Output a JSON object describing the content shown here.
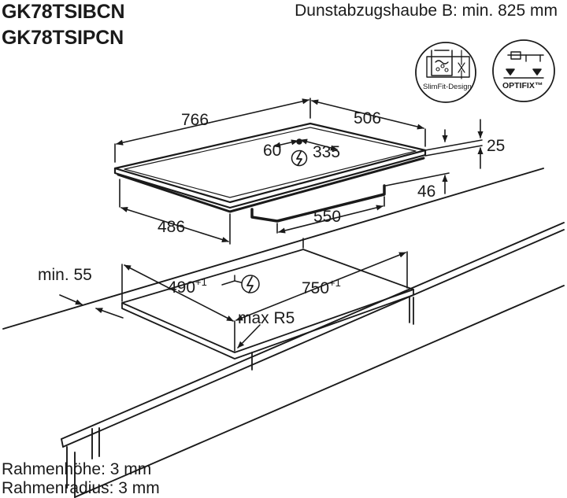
{
  "header": {
    "model_1": "GK78TSIBCN",
    "model_2": "GK78TSIPCN",
    "hood_note": "Dunstabzugshaube B: min. 825 mm"
  },
  "badges": {
    "slimfit_label": "SlimFit-Design",
    "optifix_label": "OPTIFIX™"
  },
  "hob_dimensions": {
    "width": "766",
    "depth": "506",
    "connection_left": "60",
    "connection_right": "335",
    "frame_height": "25",
    "built_in_depth": "46",
    "body_depth": "486",
    "body_width": "550"
  },
  "cutout_dimensions": {
    "min_edge_label": "min. 55",
    "depth": "490",
    "depth_tolerance": "+1",
    "width": "750",
    "width_tolerance": "+1",
    "corner_radius": "max R5"
  },
  "footer": {
    "frame_height_note": "Rahmenhöhe: 3 mm",
    "frame_radius_note": "Rahmenradius: 3 mm"
  }
}
